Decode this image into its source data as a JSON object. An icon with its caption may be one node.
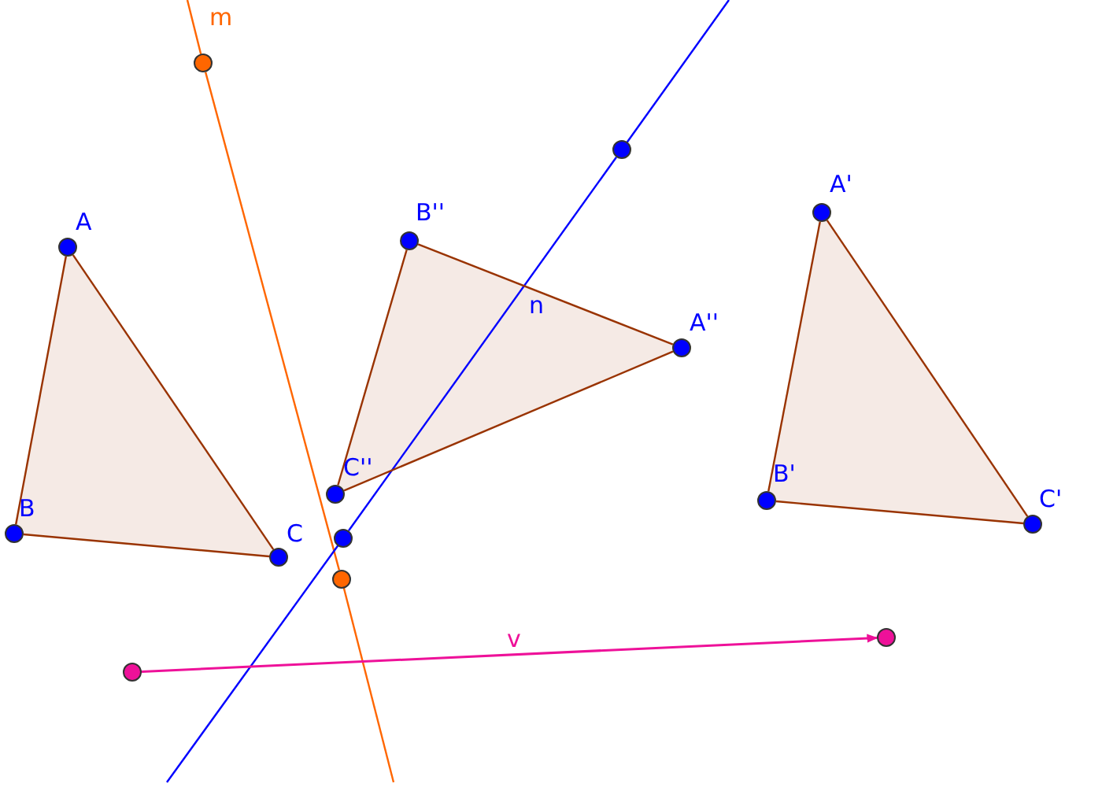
{
  "diagram": {
    "nodes": [
      {
        "text": [],
        "shape": "circle"
      },
      {
        "text": [],
        "shape": "circle"
      },
      {
        "text": [],
        "shape": "circle",
        "beside": [
          "A"
        ]
      },
      {
        "text": [],
        "shape": "circle",
        "beside": [
          "B''"
        ]
      },
      {
        "text": [],
        "shape": "circle",
        "beside": [
          "A'"
        ]
      },
      {
        "text": [],
        "shape": "circle",
        "beside": [
          "A''"
        ]
      },
      {
        "text": [],
        "shape": "circle",
        "beside": [
          "C''"
        ]
      },
      {
        "text": [],
        "shape": "circle",
        "beside": [
          "B"
        ]
      },
      {
        "text": [],
        "shape": "circle",
        "beside": [
          "B'"
        ]
      },
      {
        "text": [],
        "shape": "circle",
        "beside": [
          "C"
        ]
      },
      {
        "text": [],
        "shape": "circle",
        "beside": [
          "C'"
        ]
      },
      {
        "text": [],
        "shape": "circle"
      },
      {
        "text": [],
        "shape": "circle"
      },
      {
        "text": [],
        "shape": "circle"
      },
      {
        "text": [],
        "shape": "circle"
      }
    ],
    "edges": [
      {
        "from": 0,
        "to": 12,
        "arrow": "none",
        "label": "m",
        "color": "#ff6600"
      },
      {
        "from": 1,
        "to": 11,
        "arrow": "none",
        "label": "n",
        "color": "#0000ff"
      },
      {
        "from": 2,
        "to": 7,
        "arrow": "none"
      },
      {
        "from": 7,
        "to": 9,
        "arrow": "none"
      },
      {
        "from": 9,
        "to": 2,
        "arrow": "none"
      },
      {
        "from": 3,
        "to": 5,
        "arrow": "none"
      },
      {
        "from": 5,
        "to": 6,
        "arrow": "none"
      },
      {
        "from": 6,
        "to": 3,
        "arrow": "none"
      },
      {
        "from": 4,
        "to": 8,
        "arrow": "none"
      },
      {
        "from": 8,
        "to": 10,
        "arrow": "none"
      },
      {
        "from": 10,
        "to": 4,
        "arrow": "none"
      },
      {
        "from": 13,
        "to": 14,
        "arrow": "to",
        "label": "v",
        "color": "#ee1199"
      }
    ]
  }
}
